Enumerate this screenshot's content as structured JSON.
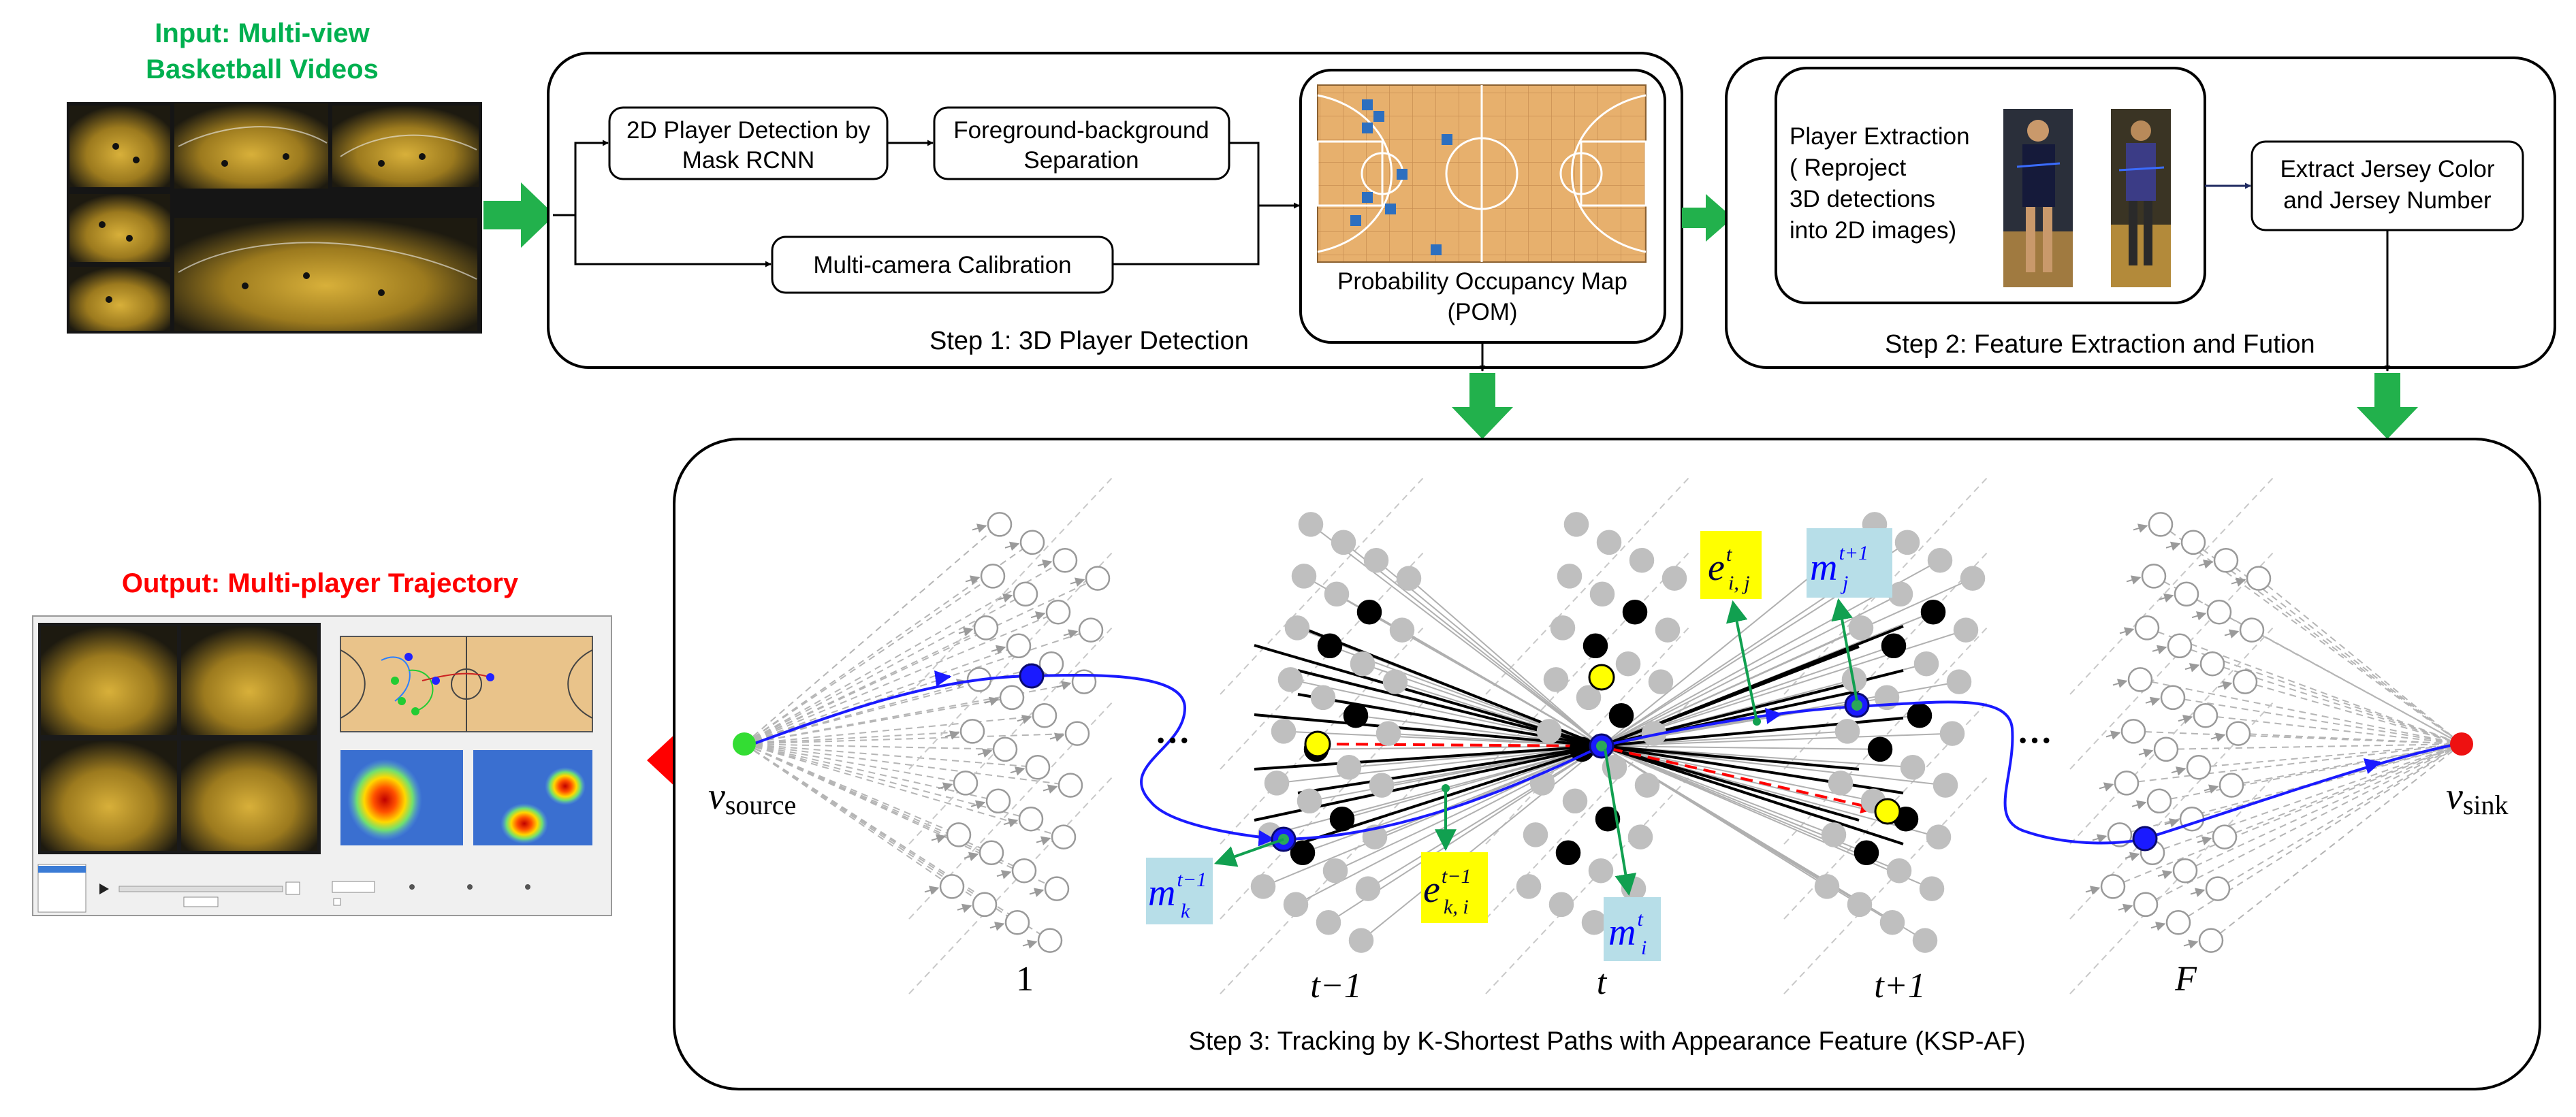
{
  "input": {
    "line1": "Input: Multi-view",
    "line2": "Basketball Videos"
  },
  "output": {
    "label": "Output: Multi-player  Trajectory"
  },
  "step1": {
    "title": "Step 1: 3D Player Detection",
    "detection": {
      "line1": "2D Player Detection by",
      "line2": "Mask RCNN"
    },
    "foreground": {
      "line1": "Foreground-background",
      "line2": "Separation"
    },
    "calibration": "Multi-camera Calibration",
    "pom": {
      "line1": "Probability Occupancy Map",
      "line2": "(POM)"
    }
  },
  "step2": {
    "title": "Step 2: Feature Extraction and Fution",
    "extraction": [
      "Player Extraction",
      "( Reproject",
      "3D detections",
      "into 2D images)"
    ],
    "jersey": {
      "line1": "Extract Jersey Color",
      "line2": "and Jersey Number"
    }
  },
  "step3": {
    "title": "Step 3: Tracking by K-Shortest Paths with Appearance Feature (KSP-AF)",
    "frame_labels": {
      "first": "1",
      "prev": "t−1",
      "curr": "t",
      "next": "t+1",
      "last": "F"
    },
    "source": {
      "v": "v",
      "sub": "source"
    },
    "sink": {
      "v": "v",
      "sub": "sink"
    },
    "ellipsis": "···",
    "labels": {
      "e_ij": {
        "base": "e",
        "sup": "t",
        "sub": "i, j"
      },
      "m_j": {
        "base": "m",
        "sup": "t+1",
        "sub": "j"
      },
      "m_k": {
        "base": "m",
        "sup": "t−1",
        "sub": "k"
      },
      "e_ki": {
        "base": "e",
        "sup": "t−1",
        "sub": "k, i"
      },
      "m_i": {
        "base": "m",
        "sup": "t",
        "sub": "i"
      }
    }
  },
  "colors": {
    "green_arrow": "#22b14c",
    "red_arrow": "#ff0000",
    "input_text": "#00b050",
    "output_text": "#ff0000",
    "path_blue": "#1a1aff",
    "node_black": "#000000",
    "node_gray": "#bfbfbf",
    "node_yellow": "#ffff00",
    "label_yellow": "#ffff00",
    "label_teal": "#b7dee8",
    "source_green": "#33dd33",
    "sink_red": "#ee1111",
    "edge_red": "#ff0000"
  }
}
